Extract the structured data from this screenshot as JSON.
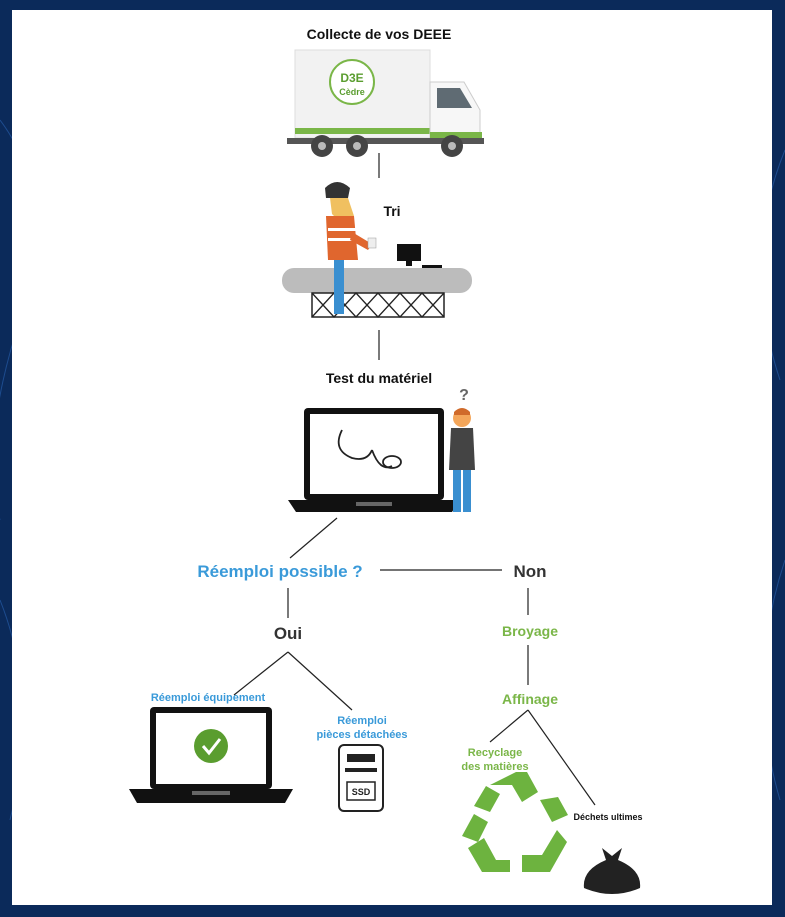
{
  "diagram": {
    "steps": {
      "collect": "Collecte de vos DEEE",
      "sort": "Tri",
      "test": "Test du matériel"
    },
    "decision": {
      "question": "Réemploi possible ?",
      "yes": "Oui",
      "no": "Non"
    },
    "yes_branch": {
      "equipment": "Réemploi équipement",
      "parts_line1": "Réemploi",
      "parts_line2": "pièces détachées"
    },
    "no_branch": {
      "crushing": "Broyage",
      "refining": "Affinage",
      "recycling_line1": "Recyclage",
      "recycling_line2": "des matières",
      "waste": "Déchets ultimes"
    },
    "truck_logo_line1": "D3E",
    "truck_logo_line2": "Cèdre",
    "ssd_label": "SSD",
    "question_mark": "?"
  },
  "colors": {
    "background": "#0b2a5a",
    "blue": "#3a9ad9",
    "green": "#7ab648",
    "recycle_green": "#6db33f",
    "dark": "#111111"
  }
}
